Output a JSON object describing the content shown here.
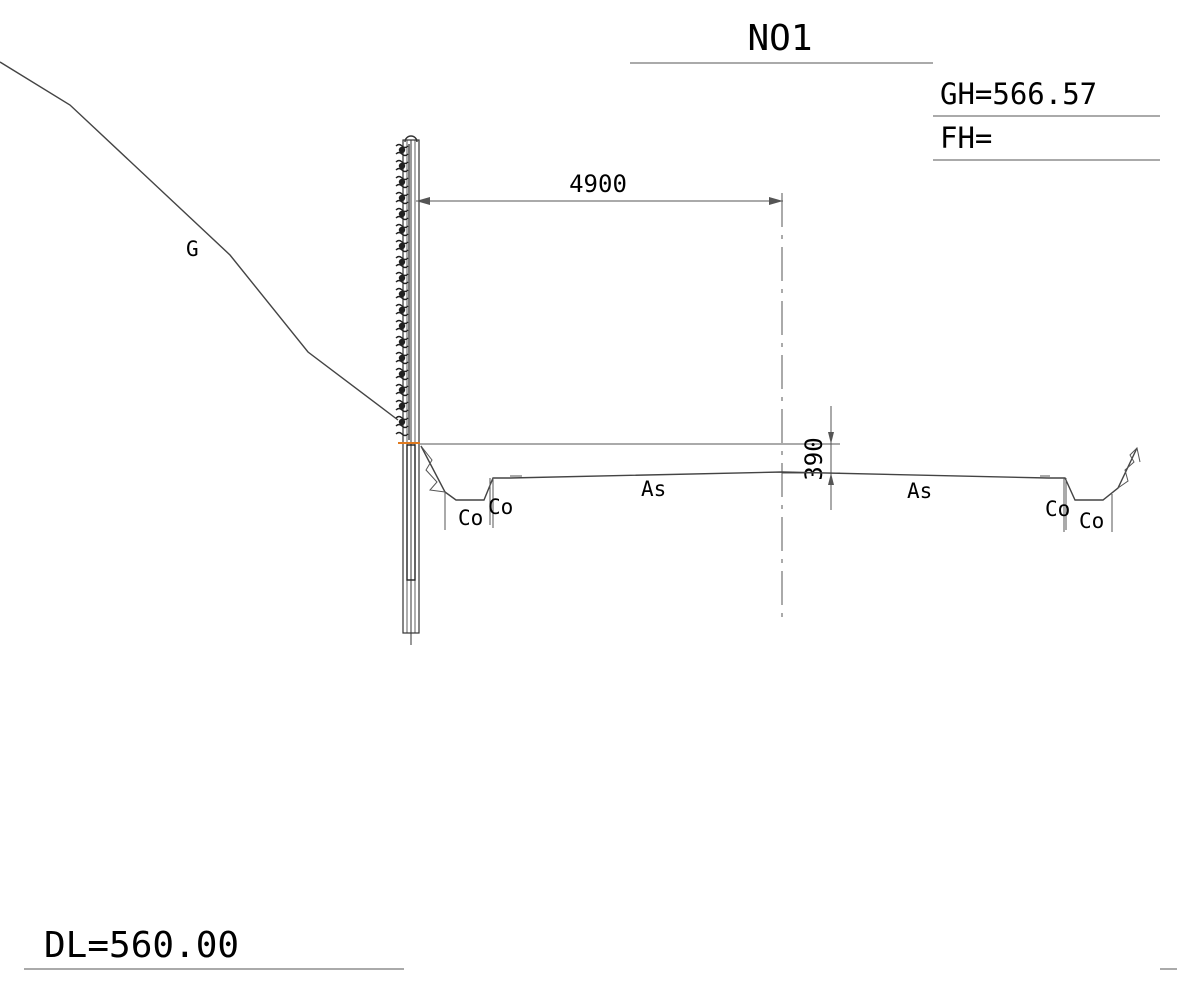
{
  "section": {
    "title": "NO1",
    "gh_label": "GH=566.57",
    "fh_label": "FH=",
    "datum_label": "DL=560.00"
  },
  "labels": {
    "ground": "G",
    "asphalt_left": "As",
    "asphalt_right": "As",
    "concrete_left_1": "Co",
    "concrete_left_2": "Co",
    "concrete_right_1": "Co",
    "concrete_right_2": "Co"
  },
  "dimensions": {
    "horizontal": "4900",
    "vertical": "390"
  },
  "colors": {
    "line": "#444444",
    "accent": "#e07a1f"
  }
}
